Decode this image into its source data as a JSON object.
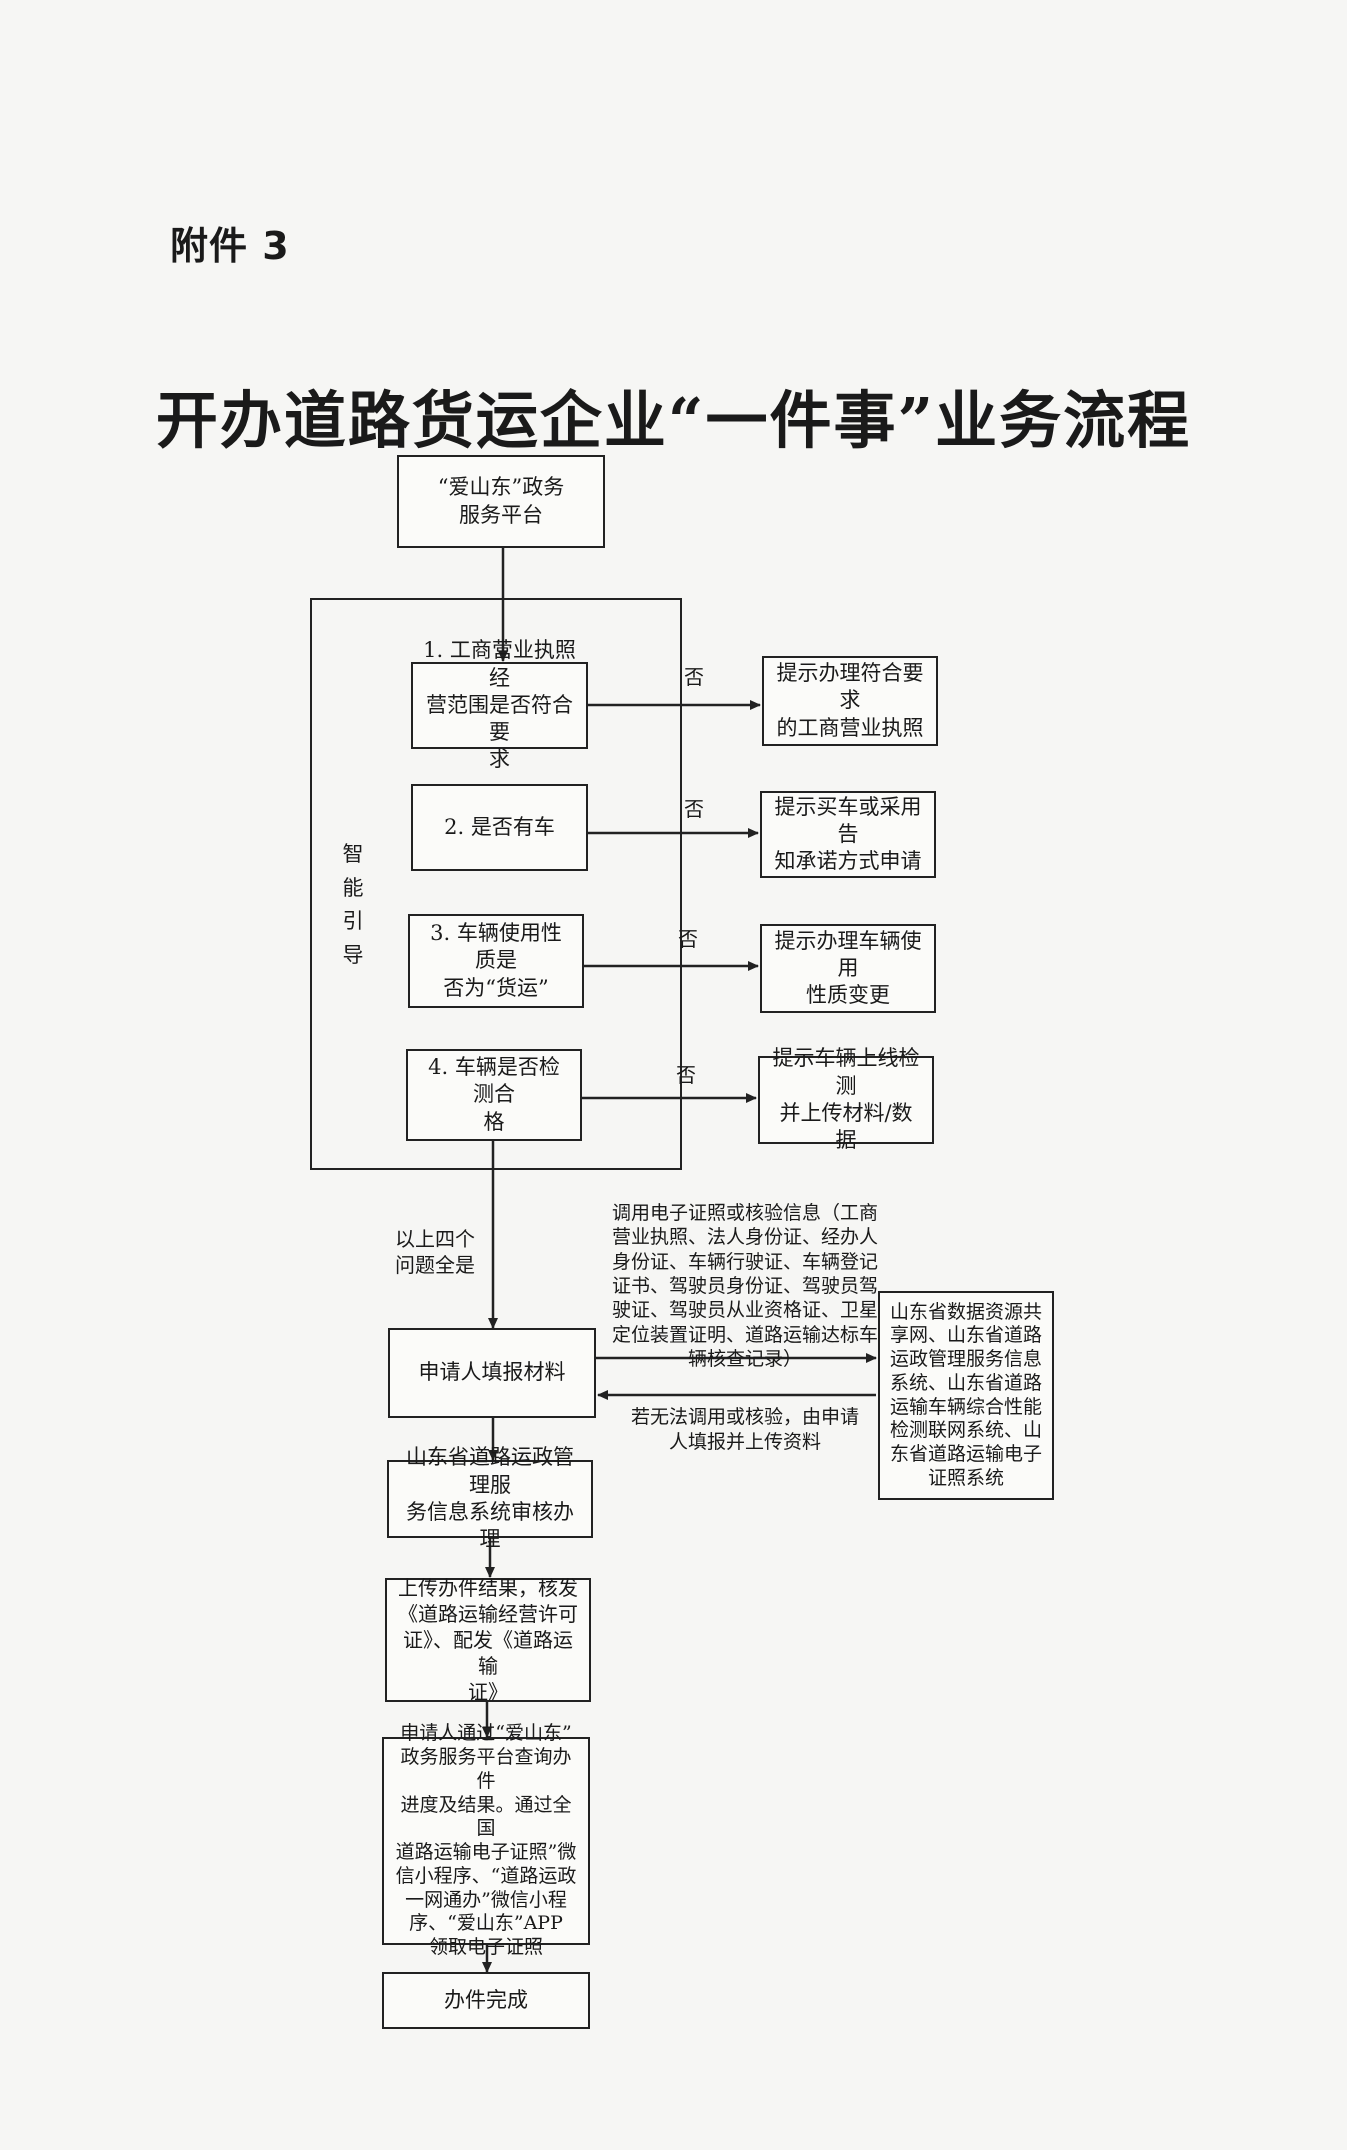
{
  "header": {
    "attachment": "附件 3",
    "title": "开办道路货运企业“一件事”业务流程"
  },
  "flow": {
    "platform": "“爱山东”政务\n服务平台",
    "guide_label": "智能引导",
    "checks": [
      {
        "question": "1. 工商营业执照经\n营范围是否符合要\n求",
        "no_label": "否",
        "prompt": "提示办理符合要求\n的工商营业执照"
      },
      {
        "question": "2. 是否有车",
        "no_label": "否",
        "prompt": "提示买车或采用告\n知承诺方式申请"
      },
      {
        "question": "3. 车辆使用性质是\n否为“货运”",
        "no_label": "否",
        "prompt": "提示办理车辆使用\n性质变更"
      },
      {
        "question": "4. 车辆是否检测合\n格",
        "no_label": "否",
        "prompt": "提示车辆上线检测\n并上传材料/数据"
      }
    ],
    "all_yes_label": "以上四个\n问题全是",
    "apply": "申请人填报材料",
    "call_info": "调用电子证照或核验信息（工商\n营业执照、法人身份证、经办人\n身份证、车辆行驶证、车辆登记\n证书、驾驶员身份证、驾驶员驾\n驶证、驾驶员从业资格证、卫星\n定位装置证明、道路运输达标车\n辆核查记录）",
    "fallback": "若无法调用或核验，由申请\n人填报并上传资料",
    "systems": "山东省数据资源共\n享网、山东省道路\n运政管理服务信息\n系统、山东省道路\n运输车辆综合性能\n检测联网系统、山\n东省道路运输电子\n证照系统",
    "review": "山东省道路运政管理服\n务信息系统审核办理",
    "issue": "上传办件结果，核发\n《道路运输经营许可\n证》、配发《道路运输\n证》",
    "query": "申请人通过“爱山东”\n政务服务平台查询办件\n进度及结果。通过全国\n道路运输电子证照”微\n信小程序、“道路运政\n一网通办”微信小程\n序、“爱山东”APP\n领取电子证照",
    "done": "办件完成"
  }
}
